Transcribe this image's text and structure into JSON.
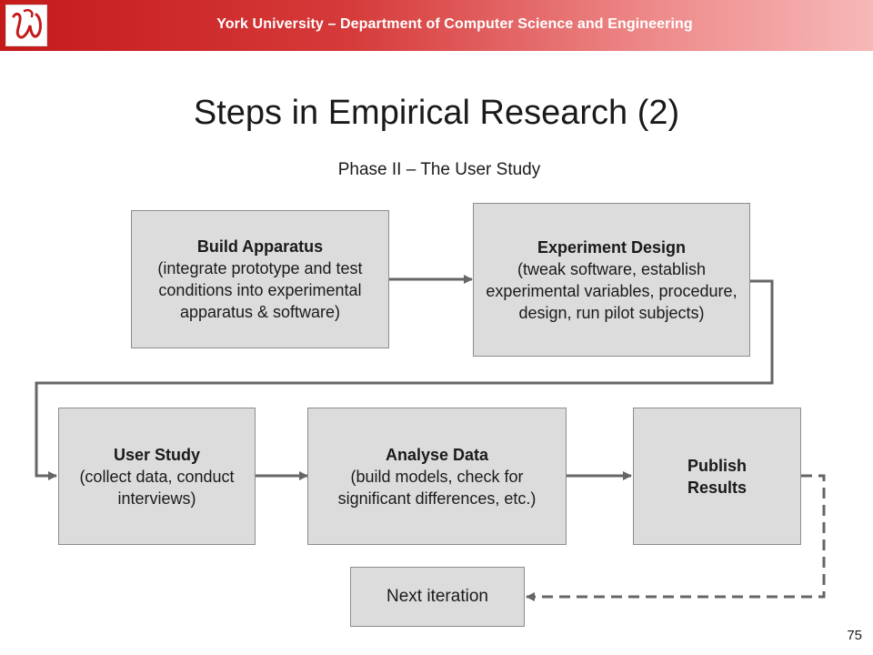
{
  "header": {
    "text": "York University – Department of Computer Science and Engineering"
  },
  "slide": {
    "title": "Steps in Empirical Research (2)",
    "subtitle": "Phase II – The User Study",
    "page_number": "75"
  },
  "steps": {
    "build_apparatus": {
      "title": "Build Apparatus",
      "description": "(integrate prototype and test conditions into experimental apparatus & software)"
    },
    "experiment_design": {
      "title": "Experiment Design",
      "description": "(tweak software, establish experimental variables, procedure, design, run pilot subjects)"
    },
    "user_study": {
      "title": "User Study",
      "description": "(collect data, conduct interviews)"
    },
    "analyse_data": {
      "title": "Analyse Data",
      "description": "(build models, check for significant differences, etc.)"
    },
    "publish_results": {
      "title": "Publish Results"
    },
    "next_iteration": {
      "label": "Next iteration"
    }
  },
  "colors": {
    "header_start": "#c41a1a",
    "header_end": "#f7b8b8",
    "box_fill": "#dcdcdc",
    "box_border": "#8c8c8c",
    "connector": "#666666"
  }
}
